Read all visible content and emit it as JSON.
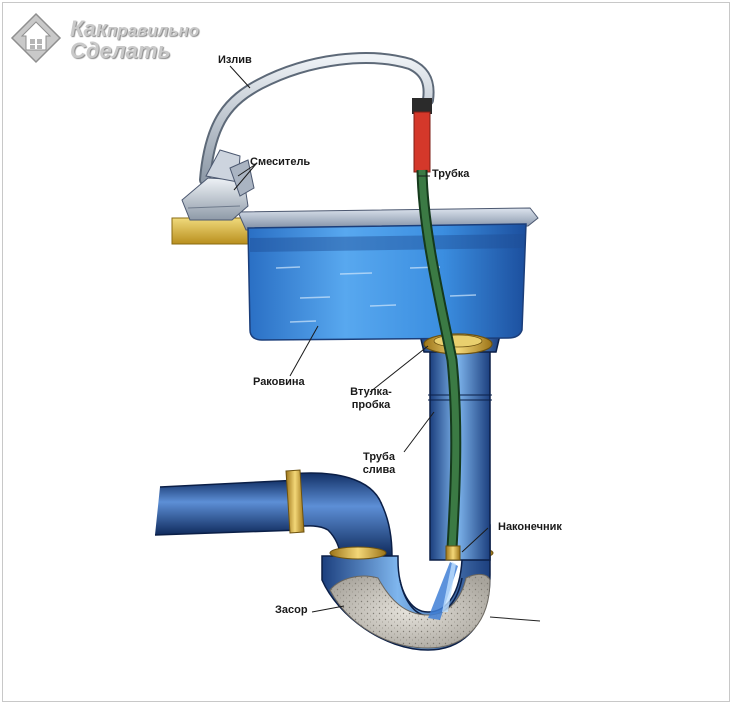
{
  "logo": {
    "word1": "Как",
    "word2": "правильно",
    "word3": "Сделать"
  },
  "labels": {
    "spout": "Излив",
    "mixer": "Смеситель",
    "tube": "Трубка",
    "sink": "Раковина",
    "sleeve_line1": "Втулка-",
    "sleeve_line2": "пробка",
    "drain_line1": "Труба",
    "drain_line2": "слива",
    "nozzle": "Наконечник",
    "clog": "Засор"
  },
  "colors": {
    "water": "#3a8ee0",
    "pipe": "#2f62b0",
    "hose": "#2f6a3a",
    "hose_red": "#d4382a",
    "counter": "#e2c34a",
    "clog": "#c9c6c0"
  }
}
